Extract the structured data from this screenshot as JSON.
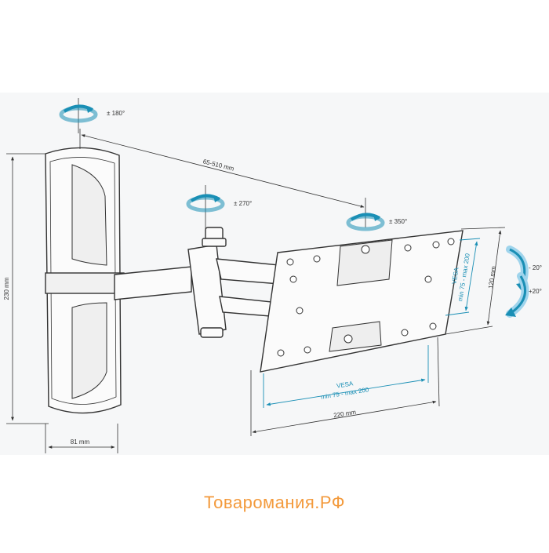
{
  "dimensions": {
    "arm_reach": "65-510 mm",
    "wall_plate_height": "230 mm",
    "wall_plate_depth": "81 mm",
    "vesa_width_label": "220 mm",
    "vesa_height_label": "120 mm"
  },
  "rotations": {
    "wall_swivel": "± 180°",
    "arm_swivel": "± 270°",
    "head_rotation": "± 350°",
    "tilt_up": "- 20°",
    "tilt_down": "+20°"
  },
  "vesa": {
    "title": "VESA",
    "range": "min 75 - max 200"
  },
  "watermark": "Товаромания.РФ",
  "colors": {
    "accent": "#1a8fb5",
    "arrow_fill": "#9fd4ec",
    "watermark": "#f39a3c"
  }
}
